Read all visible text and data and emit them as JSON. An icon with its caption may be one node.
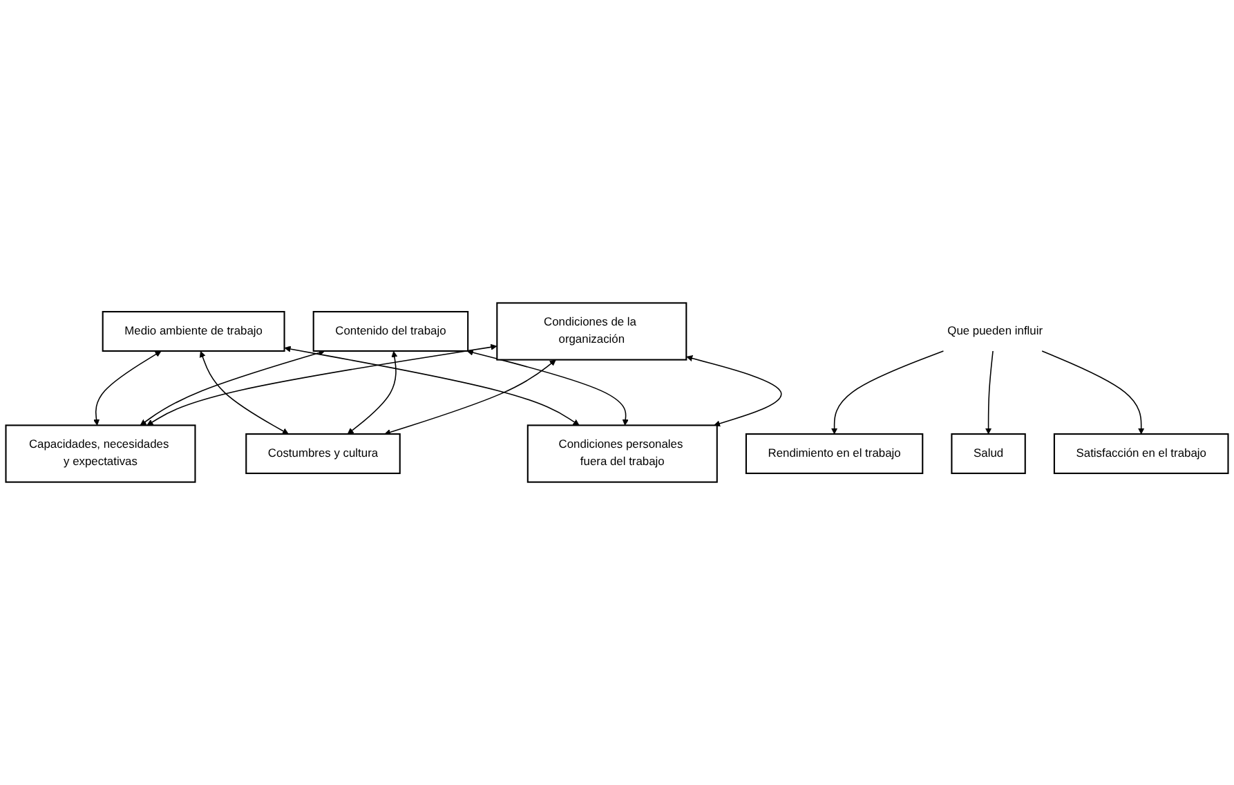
{
  "diagram": {
    "nodes": [
      {
        "text": [
          "Medio ambiente de trabajo"
        ]
      },
      {
        "text": [
          "Contenido del trabajo"
        ]
      },
      {
        "text": [
          "Condiciones de la organización"
        ]
      },
      {
        "text": [
          "Capacidades, necesidades y expectativas"
        ]
      },
      {
        "text": [
          "Costumbres y cultura"
        ]
      },
      {
        "text": [
          "Condiciones personales fuera del trabajo"
        ]
      },
      {
        "text": [
          "Que pueden influir"
        ]
      },
      {
        "text": [
          "Rendimiento en el trabajo"
        ]
      },
      {
        "text": [
          "Salud"
        ]
      },
      {
        "text": [
          "Satisfacción en el trabajo"
        ]
      }
    ],
    "edges": [
      {
        "from": 0,
        "to": 3,
        "arrow": "both"
      },
      {
        "from": 0,
        "to": 4,
        "arrow": "both"
      },
      {
        "from": 0,
        "to": 5,
        "arrow": "both"
      },
      {
        "from": 1,
        "to": 3,
        "arrow": "both"
      },
      {
        "from": 1,
        "to": 4,
        "arrow": "both"
      },
      {
        "from": 1,
        "to": 5,
        "arrow": "both"
      },
      {
        "from": 2,
        "to": 3,
        "arrow": "both"
      },
      {
        "from": 2,
        "to": 4,
        "arrow": "both"
      },
      {
        "from": 2,
        "to": 5,
        "arrow": "both"
      },
      {
        "from": 6,
        "to": 7,
        "arrow": "to"
      },
      {
        "from": 6,
        "to": 8,
        "arrow": "to"
      },
      {
        "from": 6,
        "to": 9,
        "arrow": "to"
      }
    ]
  }
}
